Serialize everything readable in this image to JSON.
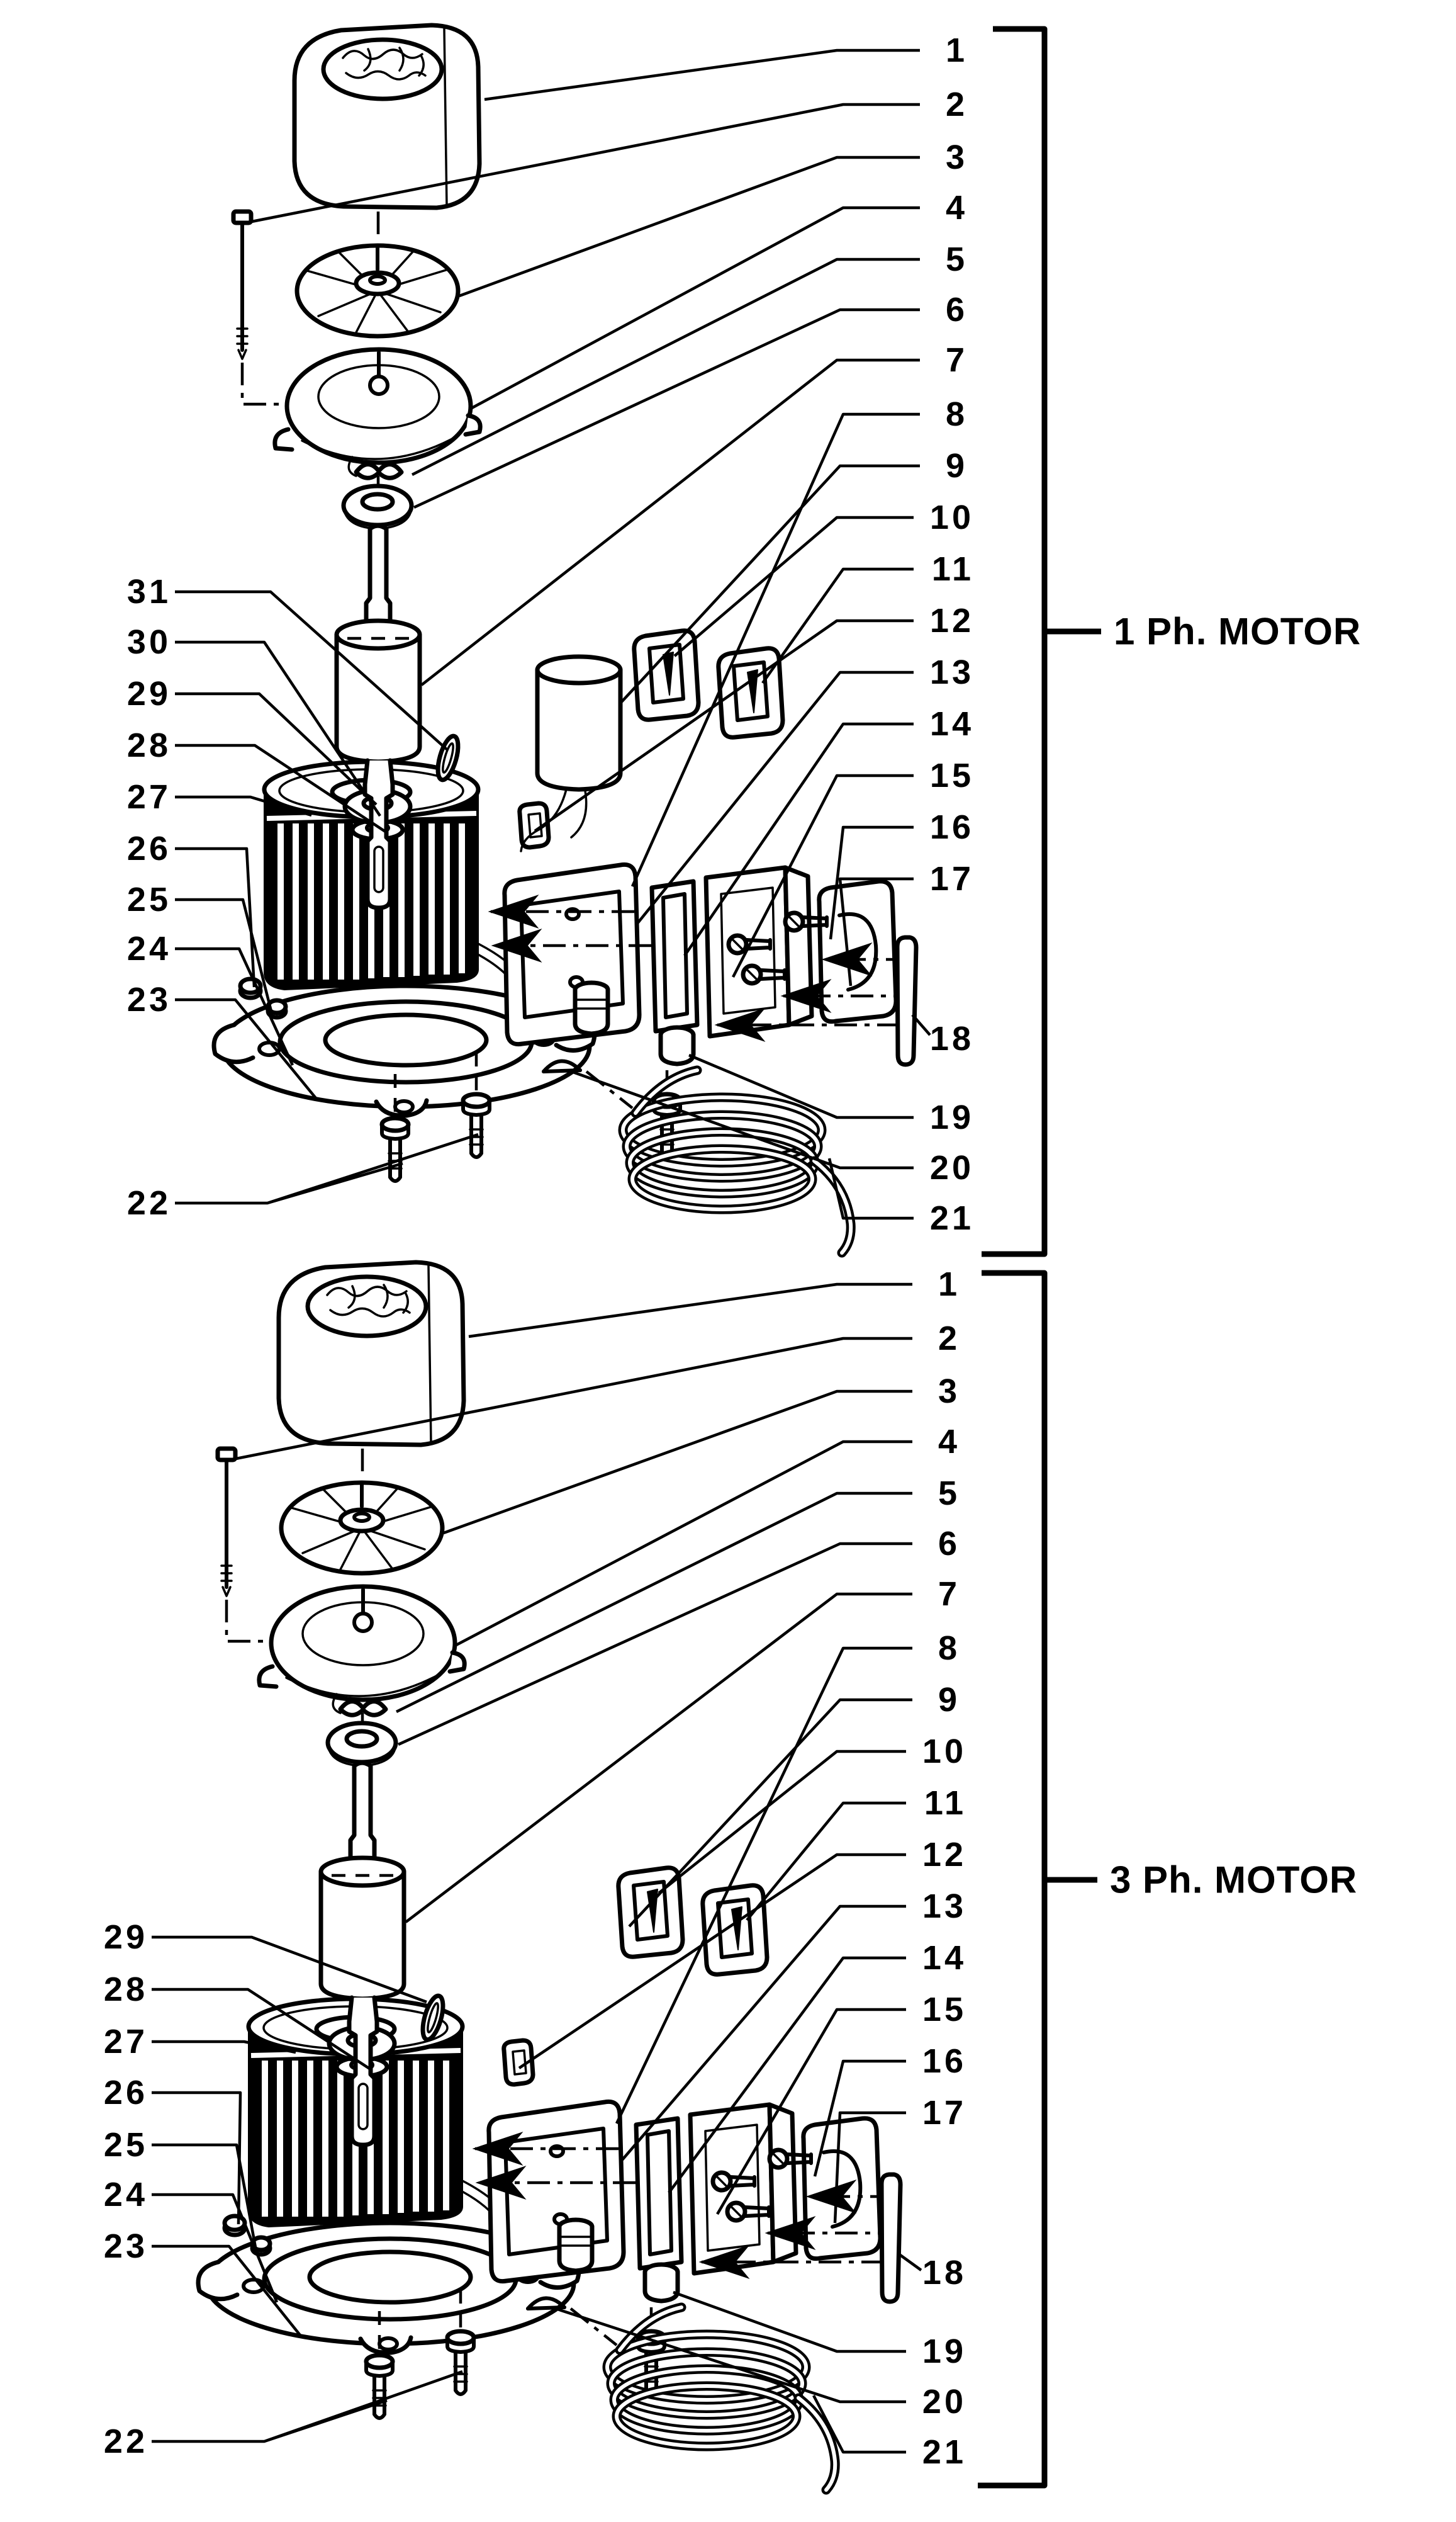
{
  "colors": {
    "background": "#ffffff",
    "ink": "#000000"
  },
  "motors": [
    {
      "id": "1-ph",
      "label": "1 Ph. MOTOR",
      "right_callouts": [
        "1",
        "2",
        "3",
        "4",
        "5",
        "6",
        "7",
        "8",
        "9",
        "10",
        "11",
        "12",
        "13",
        "14",
        "15",
        "16",
        "17",
        "18",
        "19",
        "20",
        "21"
      ],
      "left_callouts": [
        "31",
        "30",
        "29",
        "28",
        "27",
        "26",
        "25",
        "24",
        "23",
        "22"
      ]
    },
    {
      "id": "3-ph",
      "label": "3 Ph. MOTOR",
      "right_callouts": [
        "1",
        "2",
        "3",
        "4",
        "5",
        "6",
        "7",
        "8",
        "9",
        "10",
        "11",
        "12",
        "13",
        "14",
        "15",
        "16",
        "17",
        "18",
        "19",
        "20",
        "21"
      ],
      "left_callouts": [
        "29",
        "28",
        "27",
        "26",
        "25",
        "24",
        "23",
        "22"
      ]
    }
  ]
}
